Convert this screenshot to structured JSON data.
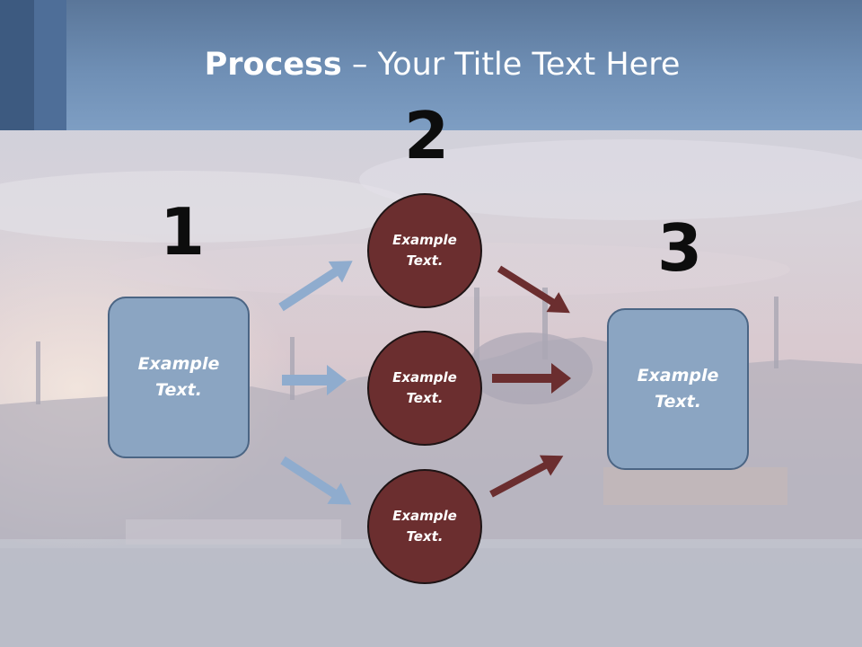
{
  "slide": {
    "title_bold": "Process",
    "title_rest": " – Your Title Text Here",
    "steps": [
      "1",
      "2",
      "3"
    ],
    "left_box": "Example Text.",
    "right_box": "Example Text.",
    "circles": [
      "Example Text.",
      "Example Text.",
      "Example Text."
    ]
  },
  "colors": {
    "box_fill": "#8ba5c2",
    "circle_fill": "#6b2e2f",
    "blue_arrow": "#8facce",
    "red_arrow": "#6b2e2f",
    "header": "#6f8fb5"
  }
}
